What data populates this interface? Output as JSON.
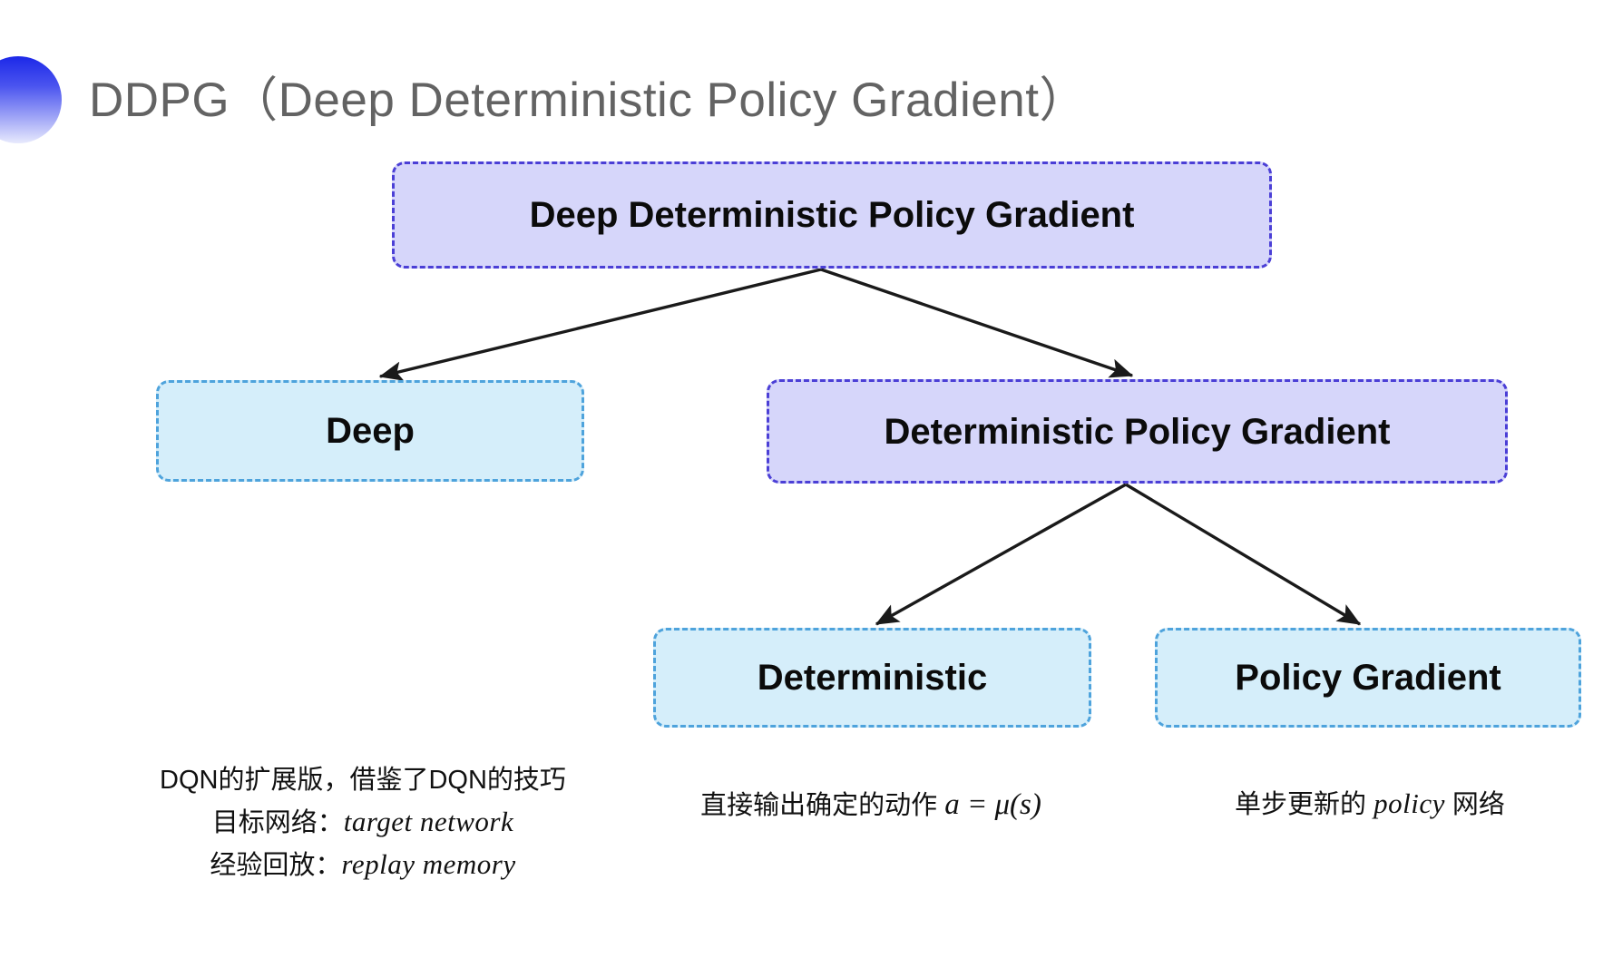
{
  "slide": {
    "title": "DDPG（Deep Deterministic Policy Gradient）",
    "background_color": "#ffffff"
  },
  "theme": {
    "purple_fill": "#d6d6fa",
    "purple_border": "#4b3fd6",
    "blue_fill": "#d5eefa",
    "blue_border": "#4ea3dc",
    "title_color": "#636363",
    "bullet_gradient_from": "#1c28e8",
    "bullet_gradient_to": "#e8eafd",
    "arrow_color": "#1a1a1a"
  },
  "diagram": {
    "nodes": [
      {
        "id": "root",
        "label": "Deep Deterministic Policy Gradient",
        "style": "purple"
      },
      {
        "id": "deep",
        "label": "Deep",
        "style": "blue"
      },
      {
        "id": "dpg",
        "label": "Deterministic Policy Gradient",
        "style": "purple"
      },
      {
        "id": "det",
        "label": "Deterministic",
        "style": "blue"
      },
      {
        "id": "pg",
        "label": "Policy Gradient",
        "style": "blue"
      }
    ],
    "edges": [
      {
        "from": "root",
        "to": "deep"
      },
      {
        "from": "root",
        "to": "dpg"
      },
      {
        "from": "dpg",
        "to": "det"
      },
      {
        "from": "dpg",
        "to": "pg"
      }
    ]
  },
  "captions": {
    "deep": {
      "line1": "DQN的扩展版，借鉴了DQN的技巧",
      "line2_label": "目标网络：",
      "line2_term": "target network",
      "line3_label": "经验回放：",
      "line3_term": "replay memory"
    },
    "deterministic": {
      "line1": "直接输出确定的动作",
      "line2": "a = μ(s)"
    },
    "policy_gradient": {
      "line1": "单步更新的",
      "line2_term": "policy",
      "line2_rest": " 网络"
    }
  }
}
